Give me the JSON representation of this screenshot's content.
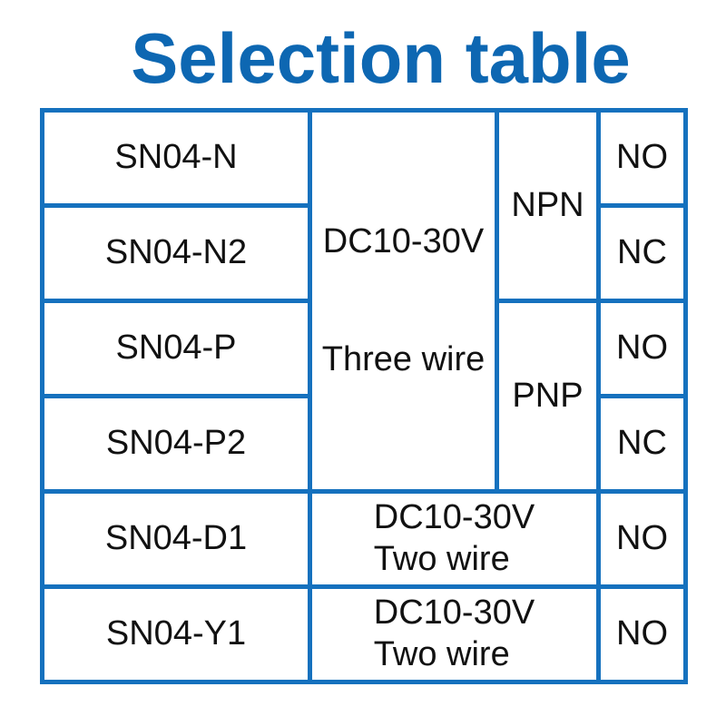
{
  "title": "Selection table",
  "colors": {
    "title_blue": "#0d67b2",
    "border_blue": "#1571be",
    "text_black": "#111111",
    "page_background": "#ffffff"
  },
  "table": {
    "models": [
      "SN04-N",
      "SN04-N2",
      "SN04-P",
      "SN04-P2",
      "SN04-D1",
      "SN04-Y1"
    ],
    "three_wire_cell": {
      "voltage": "DC10-30V",
      "wiring": "Three wire"
    },
    "polarities": [
      {
        "label": "NPN"
      },
      {
        "label": "PNP"
      }
    ],
    "outputs_col": [
      "NO",
      "NC",
      "NO",
      "NC"
    ],
    "two_wire_rows": [
      {
        "voltage": "DC10-30V",
        "wiring": "Two wire",
        "output": "NO"
      },
      {
        "voltage": "DC10-30V",
        "wiring": "Two wire",
        "output": "NO"
      }
    ]
  }
}
